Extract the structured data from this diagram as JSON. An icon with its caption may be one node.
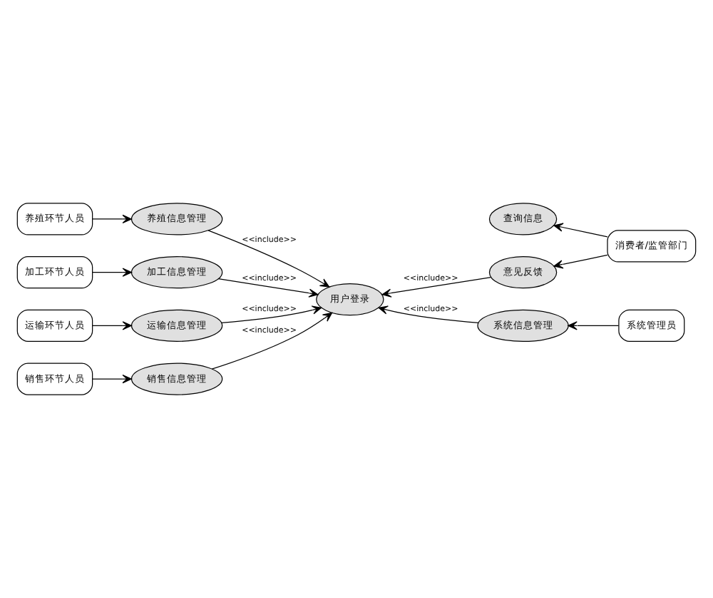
{
  "diagram": {
    "nodes": [
      {
        "text": [
          "养殖环节人员"
        ]
      },
      {
        "text": [
          "养殖信息管理"
        ]
      },
      {
        "text": [
          "查询信息"
        ]
      },
      {
        "text": [
          "加工环节人员"
        ]
      },
      {
        "text": [
          "加工信息管理"
        ]
      },
      {
        "text": [
          "用户登录"
        ]
      },
      {
        "text": [
          "意见反馈"
        ]
      },
      {
        "text": [
          "消费者/监管部门"
        ]
      },
      {
        "text": [
          "运输环节人员"
        ]
      },
      {
        "text": [
          "运输信息管理"
        ]
      },
      {
        "text": [
          "系统信息管理"
        ]
      },
      {
        "text": [
          "系统管理员"
        ]
      },
      {
        "text": [
          "销售环节人员"
        ]
      },
      {
        "text": [
          "销售信息管理"
        ]
      }
    ],
    "edges": [
      {
        "from": 0,
        "to": 1,
        "arrow": "to"
      },
      {
        "from": 3,
        "to": 4,
        "arrow": "to"
      },
      {
        "from": 8,
        "to": 9,
        "arrow": "to"
      },
      {
        "from": 12,
        "to": 13,
        "arrow": "to"
      },
      {
        "from": 1,
        "to": 5,
        "arrow": "to",
        "label": "<<include>>"
      },
      {
        "from": 4,
        "to": 5,
        "arrow": "to",
        "label": "<<include>>"
      },
      {
        "from": 9,
        "to": 5,
        "arrow": "to",
        "label": "<<include>>"
      },
      {
        "from": 13,
        "to": 5,
        "arrow": "to",
        "label": "<<include>>"
      },
      {
        "from": 6,
        "to": 5,
        "arrow": "to",
        "label": "<<include>>"
      },
      {
        "from": 10,
        "to": 5,
        "arrow": "to",
        "label": "<<include>>"
      },
      {
        "from": 7,
        "to": 2,
        "arrow": "to"
      },
      {
        "from": 7,
        "to": 6,
        "arrow": "to"
      },
      {
        "from": 11,
        "to": 10,
        "arrow": "to"
      }
    ]
  }
}
